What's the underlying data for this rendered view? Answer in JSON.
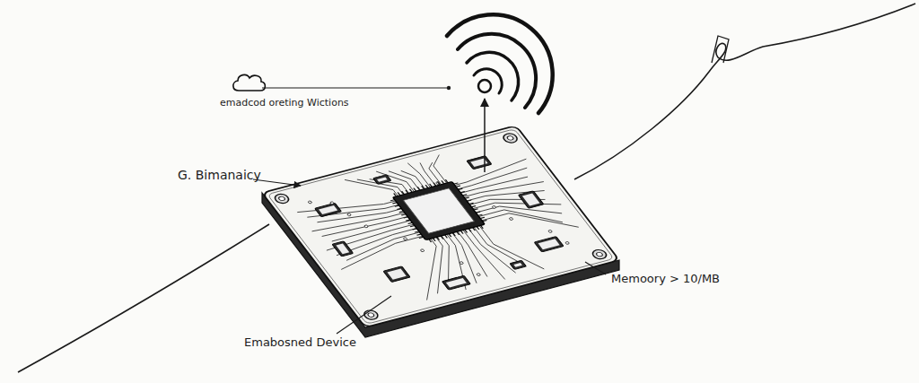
{
  "diagram": {
    "labels": [
      "emadcod oreting Wictions",
      "G. Bimanaicy",
      "Memoory > 10/MB",
      "Emabosned Device"
    ]
  }
}
